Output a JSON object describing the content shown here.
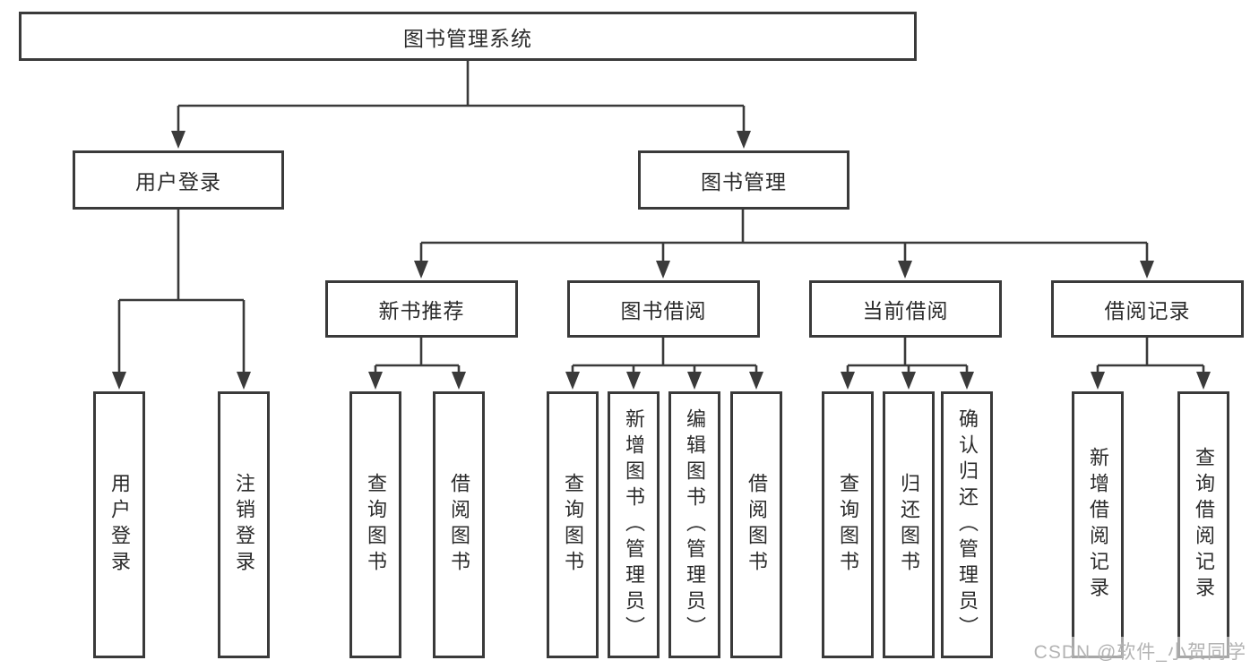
{
  "tree": {
    "root": {
      "label": "图书管理系统"
    },
    "branches": [
      {
        "label": "用户登录",
        "children": [
          {
            "label": "用户登录"
          },
          {
            "label": "注销登录"
          }
        ]
      },
      {
        "label": "图书管理",
        "sections": [
          {
            "label": "新书推荐",
            "children": [
              {
                "label": "查询图书"
              },
              {
                "label": "借阅图书"
              }
            ]
          },
          {
            "label": "图书借阅",
            "children": [
              {
                "label": "查询图书"
              },
              {
                "label": "新增图书（管理员）"
              },
              {
                "label": "编辑图书（管理员）"
              },
              {
                "label": "借阅图书"
              }
            ]
          },
          {
            "label": "当前借阅",
            "children": [
              {
                "label": "查询图书"
              },
              {
                "label": "归还图书"
              },
              {
                "label": "确认归还（管理员）"
              }
            ]
          },
          {
            "label": "借阅记录",
            "children": [
              {
                "label": "新增借阅记录"
              },
              {
                "label": "查询借阅记录"
              }
            ]
          }
        ]
      }
    ]
  },
  "watermark": {
    "text": "CSDN @软件_小贺同学"
  },
  "colors": {
    "line": "#3a3a3a",
    "border": "#3a3a3a",
    "fill": "#ffffff",
    "text": "#2b2b2b",
    "watermark": "#b3b3b3"
  }
}
